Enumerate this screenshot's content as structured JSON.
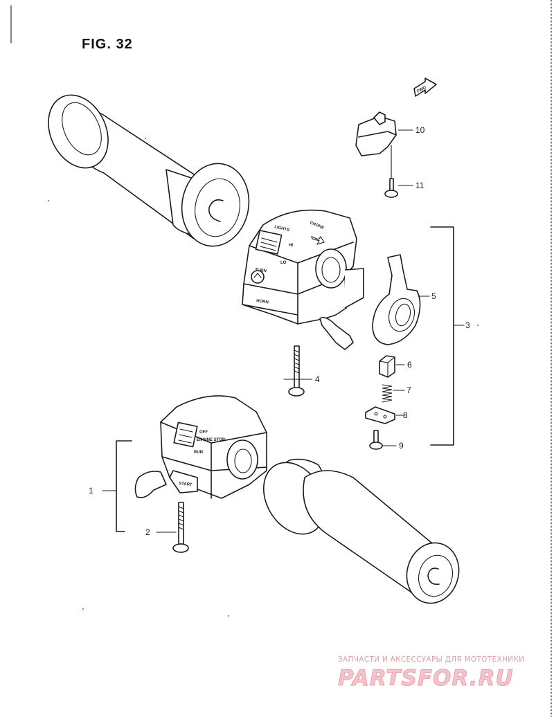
{
  "figure": {
    "title": "FIG. 32"
  },
  "fwd_badge": "FWD",
  "part_labels": [
    {
      "id": "1",
      "text": "1"
    },
    {
      "id": "2",
      "text": "2"
    },
    {
      "id": "3",
      "text": "3"
    },
    {
      "id": "4",
      "text": "4"
    },
    {
      "id": "5",
      "text": "5"
    },
    {
      "id": "6",
      "text": "6"
    },
    {
      "id": "7",
      "text": "7"
    },
    {
      "id": "8",
      "text": "8"
    },
    {
      "id": "9",
      "text": "9"
    },
    {
      "id": "10",
      "text": "10"
    },
    {
      "id": "11",
      "text": "11"
    }
  ],
  "left_switch_markings": {
    "lights": "LIGHTS",
    "choke": "CHOKE",
    "hi": "HI",
    "lo": "LO",
    "turn": "TURN",
    "horn": "HORN"
  },
  "right_switch_markings": {
    "off": "OFF",
    "engine_stop": "ENGINE STOP",
    "run": "RUN",
    "start": "START"
  },
  "watermark": {
    "tagline": "ЗАПЧАСТИ И АКСЕССУАРЫ ДЛЯ МОТОТЕХНИКИ",
    "logo": "PARTSFOR.RU",
    "colors": {
      "tagline": "#d9a0a6",
      "logo": "#f3c5cb",
      "logo_stroke": "#e8919c"
    }
  }
}
